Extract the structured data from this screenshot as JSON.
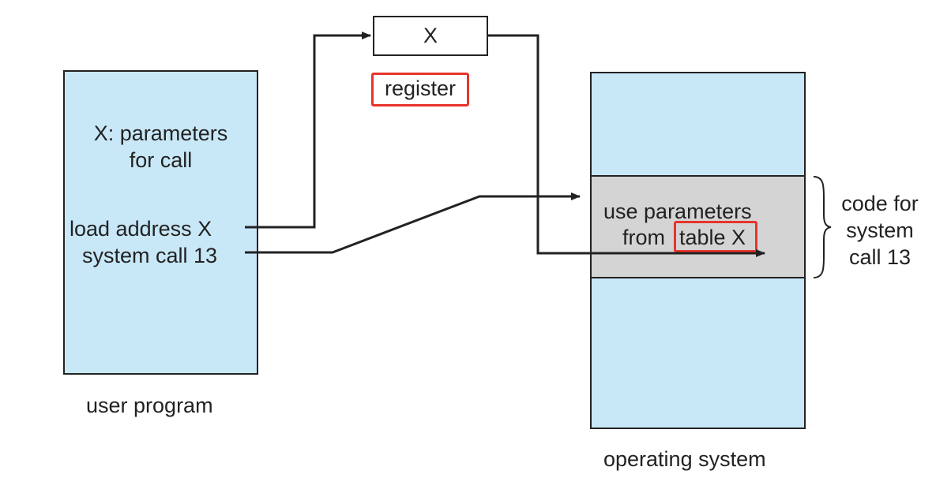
{
  "register_box": {
    "value": "X",
    "label": "register"
  },
  "user_program": {
    "params_line1": "X: parameters",
    "params_line2": "for call",
    "load_line": "load address X",
    "syscall_line": "system call 13",
    "caption": "user program"
  },
  "operating_system": {
    "code_line1": "use parameters",
    "code_line2_prefix": "from",
    "code_line2_highlight": "table X",
    "caption": "operating system"
  },
  "brace_label": {
    "line1": "code for",
    "line2": "system",
    "line3": "call 13"
  },
  "colors": {
    "memory_fill": "#c8e8f8",
    "code_fill": "#d4d4d4",
    "highlight": "#e8342b",
    "line": "#222222"
  }
}
